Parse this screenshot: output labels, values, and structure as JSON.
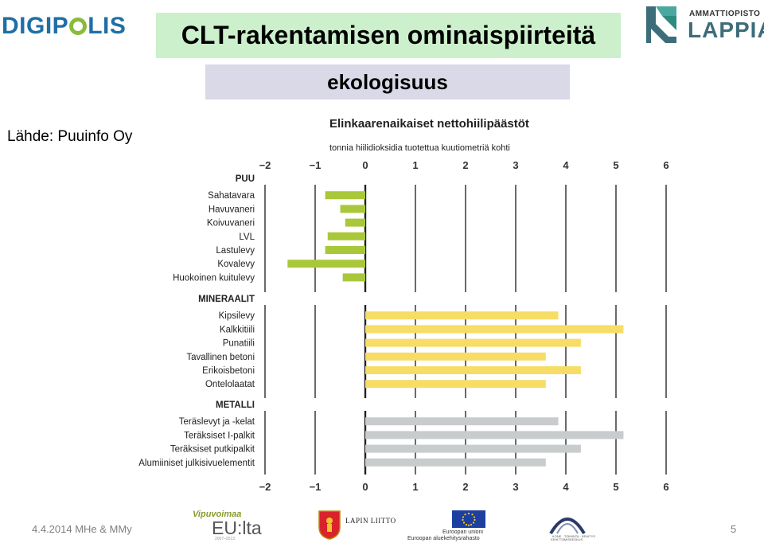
{
  "header": {
    "logo_left_pre": "DIGIP",
    "logo_left_post": "LIS",
    "title": "CLT-rakentamisen ominaispiirteitä",
    "subtitle": "ekologisuus",
    "source": "Lähde: Puuinfo Oy",
    "logo_right_line1": "AMMATTIOPISTO",
    "logo_right_line2": "LAPPIA"
  },
  "footer": {
    "date": "4.4.2014  MHe & MMy",
    "page": "5",
    "vipuvoimaa": "Vipuvoimaa",
    "eulta": "EU:lta",
    "years": "2007–2013",
    "lapin_liitto": "LAPIN LIITTO",
    "eu_line1": "Euroopan unioni",
    "eu_line2": "Euroopan aluekehitysrahasto",
    "ktk_line1": "KONE · TOIMINTA · KEHITYS",
    "ktk_line2": "KEHITTÄMISKESKUS"
  },
  "colors": {
    "title_bg": "#ccf0cc",
    "subtitle_bg": "#d9d9e8",
    "wood": "#a8c83a",
    "mineral": "#f7dd66",
    "metal": "#c8cccc",
    "grid": "#333333"
  },
  "chart_data": {
    "type": "bar",
    "orientation": "horizontal",
    "title": "Elinkaarenaikaiset nettohiilipäästöt",
    "subtitle": "tonnia hiilidioksidia tuotettua kuutiometriä kohti",
    "xlim": [
      -2,
      6
    ],
    "xticks": [
      "−2",
      "−1",
      "0",
      "1",
      "2",
      "3",
      "4",
      "5",
      "6"
    ],
    "grid": true,
    "groups": [
      {
        "name": "PUU",
        "color_key": "wood",
        "items": [
          {
            "label": "Sahatavara",
            "value": -0.8
          },
          {
            "label": "Havuvaneri",
            "value": -0.5
          },
          {
            "label": "Koivuvaneri",
            "value": -0.4
          },
          {
            "label": "LVL",
            "value": -0.75
          },
          {
            "label": "Lastulevy",
            "value": -0.8
          },
          {
            "label": "Kovalevy",
            "value": -1.55
          },
          {
            "label": "Huokoinen kuitulevy",
            "value": -0.45
          }
        ]
      },
      {
        "name": "MINERAALIT",
        "color_key": "mineral",
        "items": [
          {
            "label": "Kipsilevy",
            "value": 3.85
          },
          {
            "label": "Kalkkitiili",
            "value": 5.15
          },
          {
            "label": "Punatiili",
            "value": 4.3
          },
          {
            "label": "Tavallinen betoni",
            "value": 3.6
          },
          {
            "label": "Erikoisbetoni",
            "value": 4.3
          },
          {
            "label": "Ontelolaatat",
            "value": 3.6
          }
        ]
      },
      {
        "name": "METALLI",
        "color_key": "metal",
        "items": [
          {
            "label": "Teräslevyt ja -kelat",
            "value": 3.85
          },
          {
            "label": "Teräksiset I-palkit",
            "value": 5.15
          },
          {
            "label": "Teräksiset putkipalkit",
            "value": 4.3
          },
          {
            "label": "Alumiiniset julkisivuelementit",
            "value": 3.6
          }
        ]
      }
    ]
  }
}
